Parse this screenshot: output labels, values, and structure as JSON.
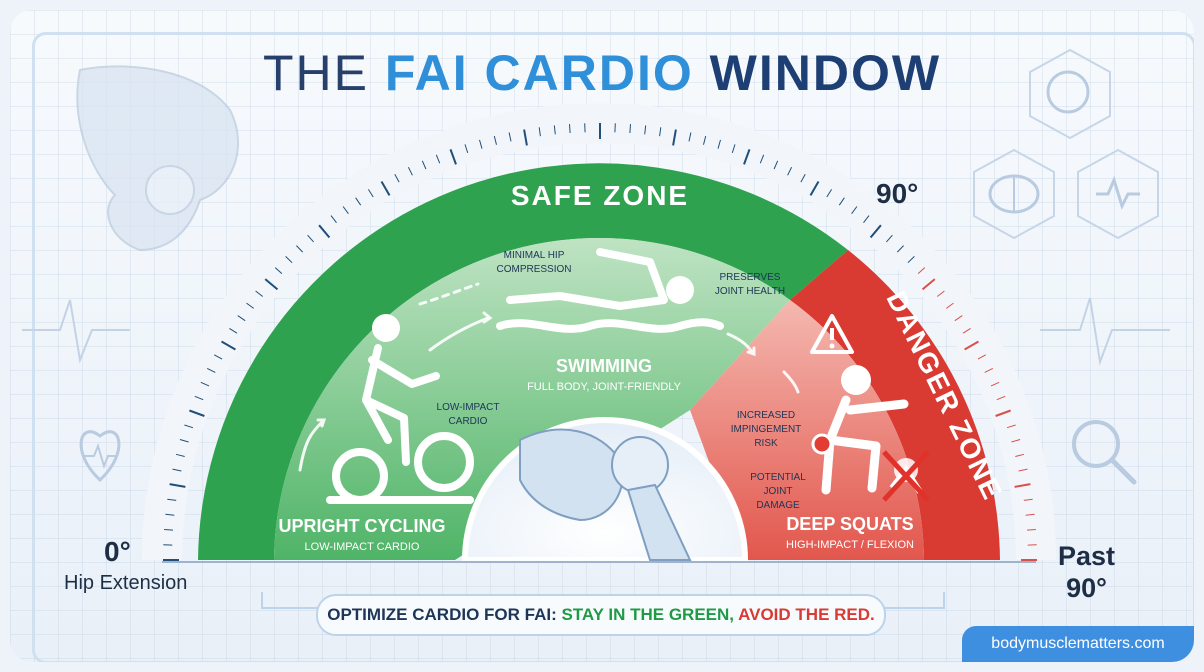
{
  "title": {
    "part1": "THE ",
    "part2": "FAI CARDIO ",
    "part3": "WINDOW"
  },
  "angles": {
    "start": "0°",
    "start_caption": "Hip Extension",
    "mid": "90°",
    "end_line1": "Past",
    "end_line2": "90°"
  },
  "zones": {
    "safe": "SAFE ZONE",
    "danger": "DANGER ZONE"
  },
  "activities": {
    "cycling": {
      "name": "UPRIGHT CYCLING",
      "sub": "LOW-IMPACT CARDIO",
      "note_line1": "LOW-IMPACT",
      "note_line2": "CARDIO"
    },
    "swimming": {
      "name": "SWIMMING",
      "sub": "FULL BODY, JOINT-FRIENDLY",
      "note1_line1": "MINIMAL HIP",
      "note1_line2": "COMPRESSION",
      "note2_line1": "PRESERVES",
      "note2_line2": "JOINT HEALTH"
    },
    "squats": {
      "name": "DEEP SQUATS",
      "sub": "HIGH-IMPACT / FLEXION",
      "note1_line1": "INCREASED",
      "note1_line2": "IMPINGEMENT",
      "note1_line3": "RISK",
      "note2_line1": "POTENTIAL",
      "note2_line2": "JOINT",
      "note2_line3": "DAMAGE"
    }
  },
  "bottom": {
    "prefix": "OPTIMIZE CARDIO FOR FAI: ",
    "green": "STAY IN THE GREEN,",
    "sep": " ",
    "red": "AVOID THE RED."
  },
  "brand": "bodymusclematters.com",
  "colors": {
    "safe": "#2ea24f",
    "danger": "#d93a32",
    "title_accent": "#2f8fd8"
  },
  "icons": [
    "hip-bone-icon",
    "cyclist-icon",
    "swimmer-icon",
    "squat-figure-icon",
    "warning-icon",
    "cross-out-icon",
    "head-icon",
    "brain-icon",
    "heartbeat-icon",
    "magnifier-icon"
  ]
}
